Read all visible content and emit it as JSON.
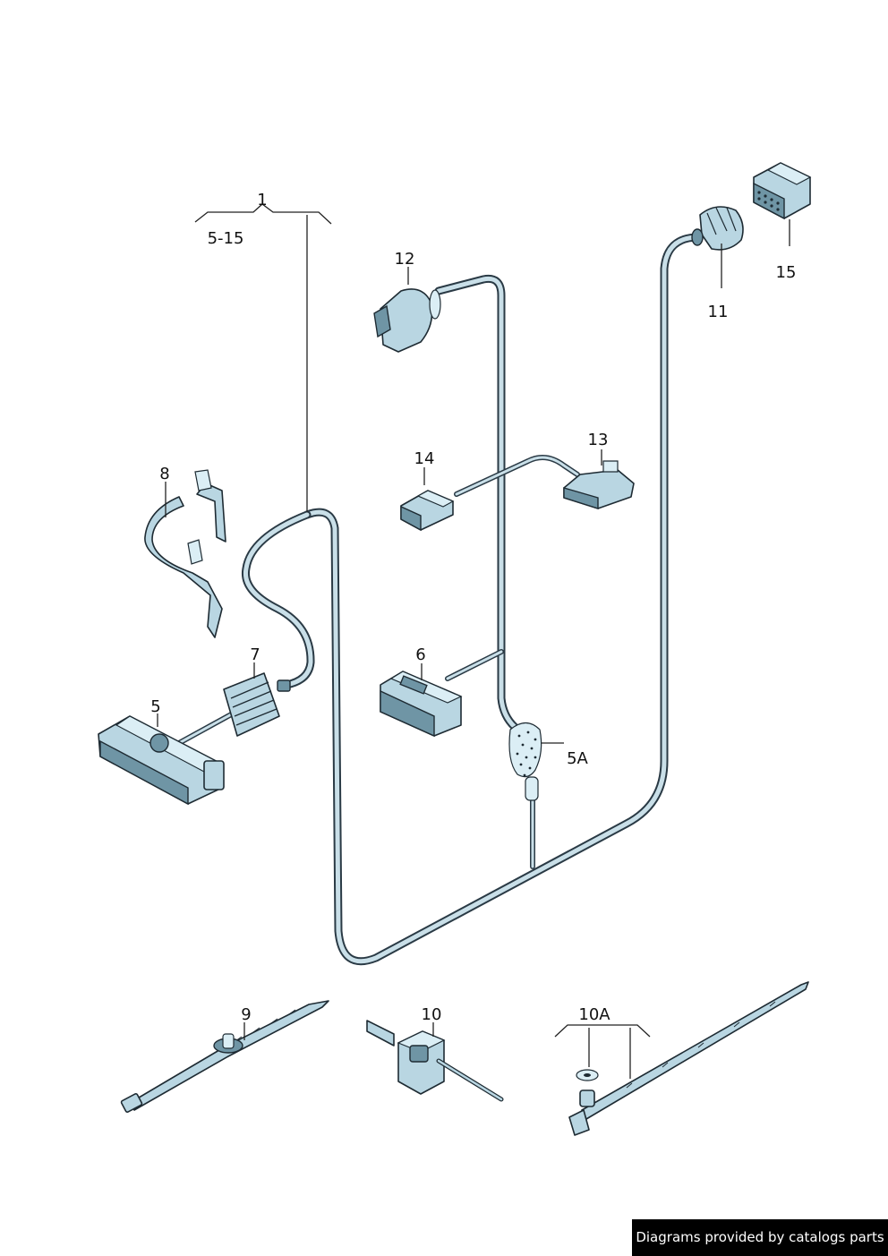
{
  "labels": {
    "p1": "1",
    "p1_range": "5-15",
    "p5": "5",
    "p5a": "5A",
    "p6": "6",
    "p7": "7",
    "p8": "8",
    "p9": "9",
    "p10": "10",
    "p10a": "10A",
    "p11": "11",
    "p12": "12",
    "p13": "13",
    "p14": "14",
    "p15": "15"
  },
  "credit": "Diagrams provided by catalogs parts",
  "colors": {
    "part_fill": "#b9d6e2",
    "outline": "#1e2b33",
    "credit_bg": "#000000"
  }
}
